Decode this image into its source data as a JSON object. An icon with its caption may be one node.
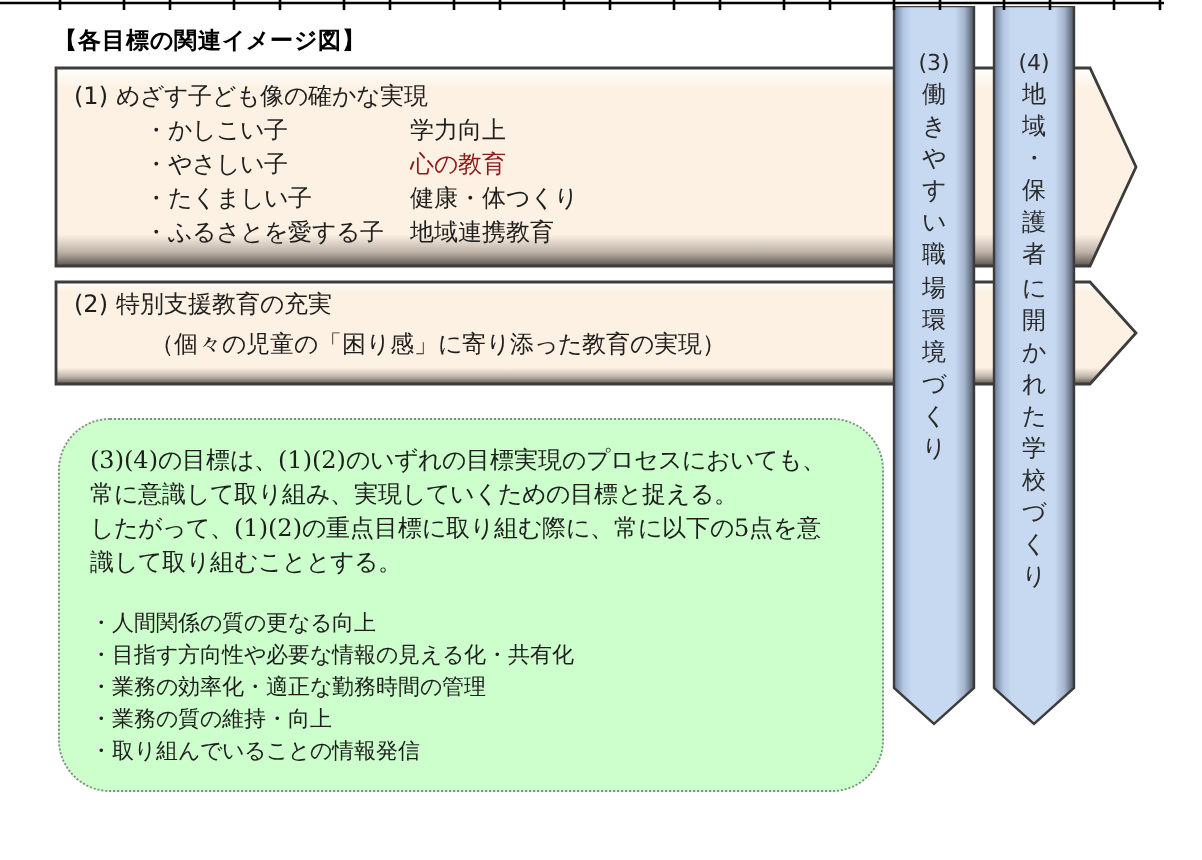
{
  "diagram": {
    "title": "【各目標の関連イメージ図】",
    "nodes": [
      {
        "text": [
          "(1) めざす子ども像の確かな実現",
          "・かしこい子",
          "学力向上",
          "・やさしい子",
          "心の教育",
          "・たくましい子",
          "健康・体つくり",
          "・ふるさとを愛する子",
          "地域連携教育"
        ]
      },
      {
        "text": [
          "(2) 特別支援教育の充実",
          "（個々の児童の「困り感」に寄り添った教育の実現）"
        ]
      },
      {
        "text": [
          "(3)(4)の目標は、(1)(2)のいずれの目標実現のプロセスにおいても、常に意識して取り組み、実現していくための目標と捉える。",
          "したがって、(1)(2)の重点目標に取り組む際に、常に以下の5点を意識して取り組むこととする。",
          "・人間関係の質の更なる向上",
          "・目指す方向性や必要な情報の見える化・共有化",
          "・業務の効率化・適正な勤務時間の管理",
          "・業務の質の維持・向上",
          "・取り組んでいることの情報発信"
        ]
      },
      {
        "text": [
          "(3)",
          "働きやすい職場環境づくり"
        ]
      },
      {
        "text": [
          "(4)",
          "地域・保護者に開かれた学校づくり"
        ]
      }
    ]
  }
}
